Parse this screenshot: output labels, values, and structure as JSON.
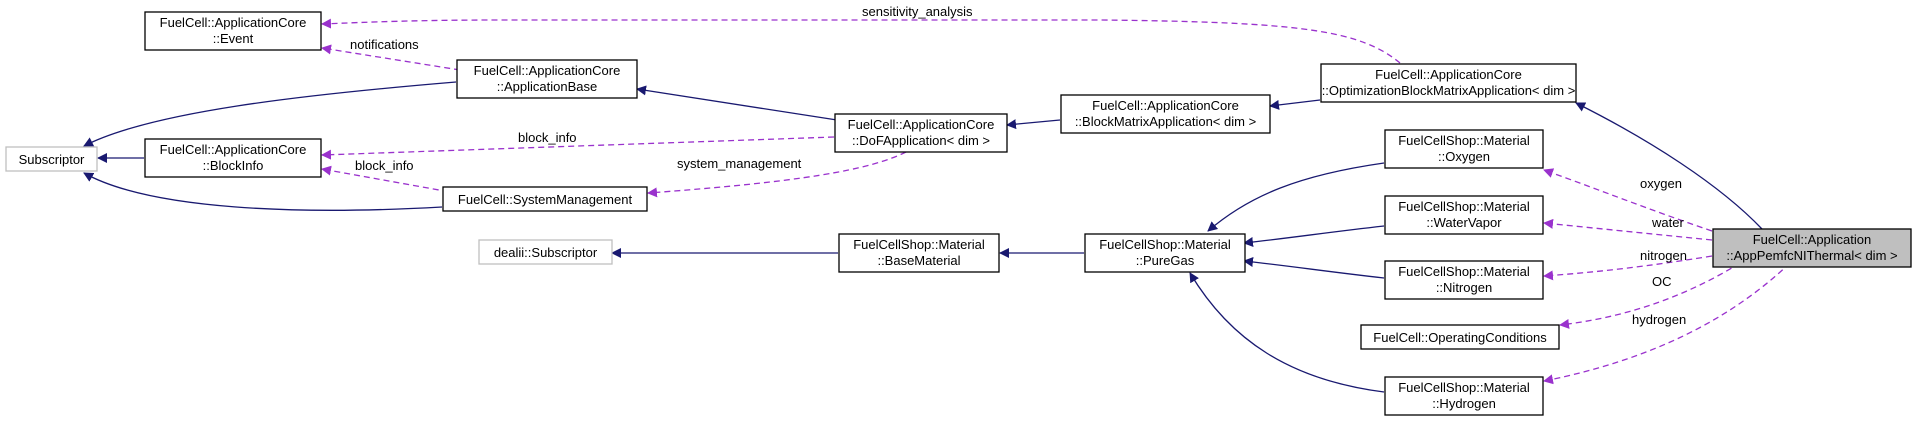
{
  "colors": {
    "inheritance_edge": "#191970",
    "usage_edge": "#9a32cd",
    "external_node_border": "#bfbfbf",
    "focus_node_fill": "#bfbfbf"
  },
  "nodes": {
    "subscriptor": [
      "Subscriptor"
    ],
    "event": [
      "FuelCell::ApplicationCore",
      "::Event"
    ],
    "blockinfo": [
      "FuelCell::ApplicationCore",
      "::BlockInfo"
    ],
    "appbase": [
      "FuelCell::ApplicationCore",
      "::ApplicationBase"
    ],
    "sysmgmt": [
      "FuelCell::SystemManagement"
    ],
    "dofapp": [
      "FuelCell::ApplicationCore",
      "::DoFApplication< dim >"
    ],
    "blockmatrix": [
      "FuelCell::ApplicationCore",
      "::BlockMatrixApplication< dim >"
    ],
    "optblock": [
      "FuelCell::ApplicationCore",
      "::OptimizationBlockMatrixApplication< dim >"
    ],
    "dealii": [
      "dealii::Subscriptor"
    ],
    "basematerial": [
      "FuelCellShop::Material",
      "::BaseMaterial"
    ],
    "puregas": [
      "FuelCellShop::Material",
      "::PureGas"
    ],
    "oxygen": [
      "FuelCellShop::Material",
      "::Oxygen"
    ],
    "watervapor": [
      "FuelCellShop::Material",
      "::WaterVapor"
    ],
    "nitrogen": [
      "FuelCellShop::Material",
      "::Nitrogen"
    ],
    "opcond": [
      "FuelCell::OperatingConditions"
    ],
    "hydrogen": [
      "FuelCellShop::Material",
      "::Hydrogen"
    ],
    "apppemfc": [
      "FuelCell::Application",
      "::AppPemfcNIThermal< dim >"
    ]
  },
  "edge_labels": {
    "sensitivity_analysis": "sensitivity_analysis",
    "notifications": "notifications",
    "block_info_dof": "block_info",
    "block_info_sys": "block_info",
    "system_management": "system_management",
    "oxygen": "oxygen",
    "water": "water",
    "nitrogen": "nitrogen",
    "oc": "OC",
    "hydrogen": "hydrogen"
  }
}
